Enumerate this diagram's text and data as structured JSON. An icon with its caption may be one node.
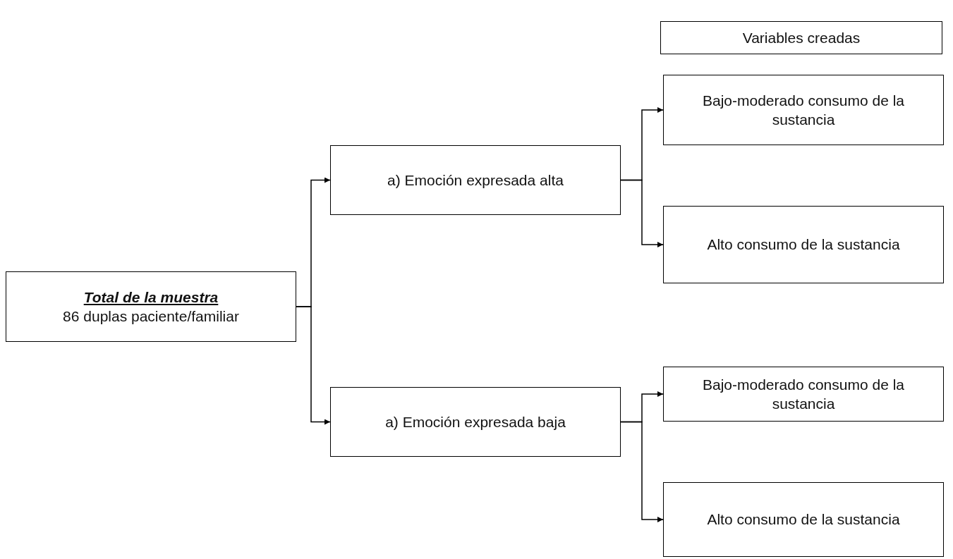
{
  "diagram": {
    "nodes": [
      {
        "text": [
          "Variables creadas"
        ]
      },
      {
        "text": [
          "Total de la muestra",
          "86 duplas paciente/familiar"
        ]
      },
      {
        "text": [
          "a) Emoción expresada alta"
        ]
      },
      {
        "text": [
          "a) Emoción expresada baja"
        ]
      },
      {
        "text": [
          "Bajo-moderado consumo de la sustancia"
        ]
      },
      {
        "text": [
          "Alto consumo de la sustancia"
        ]
      },
      {
        "text": [
          "Bajo-moderado consumo de la sustancia"
        ]
      },
      {
        "text": [
          "Alto consumo de la sustancia"
        ]
      }
    ],
    "edges": [
      {
        "from": 1,
        "to": 2,
        "arrow": "to"
      },
      {
        "from": 1,
        "to": 3,
        "arrow": "to"
      },
      {
        "from": 2,
        "to": 4,
        "arrow": "to"
      },
      {
        "from": 2,
        "to": 5,
        "arrow": "to"
      },
      {
        "from": 3,
        "to": 6,
        "arrow": "to"
      },
      {
        "from": 3,
        "to": 7,
        "arrow": "to"
      }
    ]
  }
}
